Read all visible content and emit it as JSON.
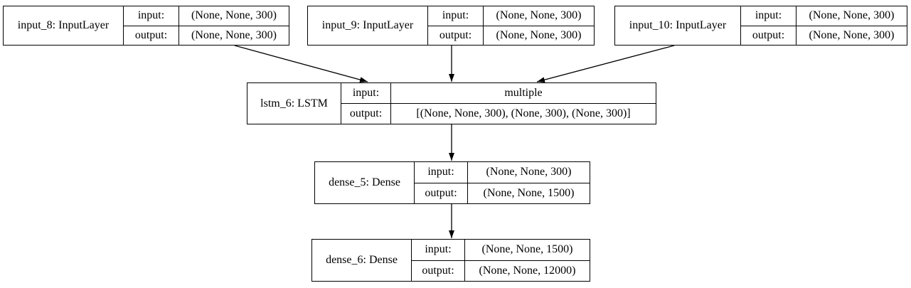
{
  "diagram": {
    "kind": "keras-model-plot",
    "colors": {
      "background": "#ffffff",
      "border": "#000000",
      "text": "#000000",
      "edge": "#000000"
    },
    "nodes": [
      {
        "id": "input_8",
        "title": "input_8: InputLayer",
        "input_label": "input:",
        "output_label": "output:",
        "input_shape": "(None, None, 300)",
        "output_shape": "(None, None, 300)"
      },
      {
        "id": "input_9",
        "title": "input_9: InputLayer",
        "input_label": "input:",
        "output_label": "output:",
        "input_shape": "(None, None, 300)",
        "output_shape": "(None, None, 300)"
      },
      {
        "id": "input_10",
        "title": "input_10: InputLayer",
        "input_label": "input:",
        "output_label": "output:",
        "input_shape": "(None, None, 300)",
        "output_shape": "(None, None, 300)"
      },
      {
        "id": "lstm_6",
        "title": "lstm_6: LSTM",
        "input_label": "input:",
        "output_label": "output:",
        "input_shape": "multiple",
        "output_shape": "[(None, None, 300), (None, 300), (None, 300)]"
      },
      {
        "id": "dense_5",
        "title": "dense_5: Dense",
        "input_label": "input:",
        "output_label": "output:",
        "input_shape": "(None, None, 300)",
        "output_shape": "(None, None, 1500)"
      },
      {
        "id": "dense_6",
        "title": "dense_6: Dense",
        "input_label": "input:",
        "output_label": "output:",
        "input_shape": "(None, None, 1500)",
        "output_shape": "(None, None, 12000)"
      }
    ],
    "edges": [
      {
        "from": "input_8",
        "to": "lstm_6"
      },
      {
        "from": "input_9",
        "to": "lstm_6"
      },
      {
        "from": "input_10",
        "to": "lstm_6"
      },
      {
        "from": "lstm_6",
        "to": "dense_5"
      },
      {
        "from": "dense_5",
        "to": "dense_6"
      }
    ]
  }
}
